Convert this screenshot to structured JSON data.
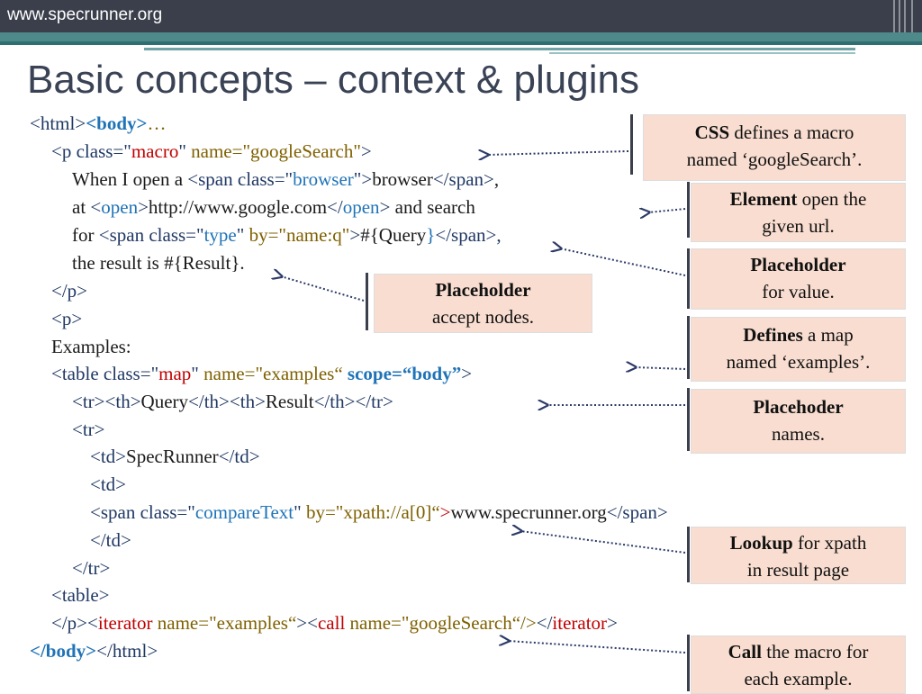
{
  "header": {
    "site": "www.specrunner.org"
  },
  "title": "Basic concepts – context & plugins",
  "code": {
    "l1": {
      "a": "<html>",
      "b": "<body>",
      "c": "…"
    },
    "l2": {
      "a": "<p class=\"",
      "b": "macro",
      "c": "\" ",
      "d": "name=\"googleSearch\"",
      "e": ">"
    },
    "l3": {
      "a": "When I open a ",
      "b": "<span class=\"",
      "c": "browser",
      "d": "\">",
      "e": "browser",
      "f": "</span>",
      ",": ","
    },
    "l4": {
      "a": "at ",
      "b": "<",
      "c": "open",
      ">": ">",
      "d": "http://www.google.com",
      "e": "</",
      "f": "open",
      "g": ">",
      "h": " and search"
    },
    "l5": {
      "a": "for ",
      "b": "<span class=\"",
      "c": "type",
      "d": "\" ",
      "e": "by=\"name:q\"",
      "f": ">",
      "g": "#{Query",
      "h": "}",
      "i": "</span>",
      "j": ","
    },
    "l6": "the result is #{Result}.",
    "l7": "</p>",
    "l8": "<p>",
    "l9": "Examples:",
    "l10": {
      "a": "<table class=\"",
      "b": "map",
      "c": "\" ",
      "d": "name=\"examples“ ",
      "e": "scope=“body”",
      ">": ">"
    },
    "l11": {
      "a": "<tr><th>",
      "b": "Query",
      "c": "</th><th>",
      "d": "Result",
      "e": "</th></tr>"
    },
    "l12": "<tr>",
    "l13": {
      "a": "<td>",
      "b": "SpecRunner",
      "c": "</td>"
    },
    "l14": "<td>",
    "l15": {
      "a": "<span class=\"",
      "b": "compareText",
      "c": "\" ",
      "d": "by=\"xpath://a[0]“",
      "e": ">",
      "f": "www.specrunner.org",
      "g": "</span>"
    },
    "l16": "</td>",
    "l17": "</tr>",
    "l18": "<table>",
    "l19": {
      "a": "</p><",
      "b": "iterator",
      "c": " ",
      "d": "name=\"examples“",
      "e": "><",
      "f": "call",
      "g": " ",
      "h": "name=\"googleSearch“/>",
      "i": "</",
      "j": "iterator",
      "k": ">"
    },
    "l20": {
      "a": "</body>",
      "b": "</html>"
    }
  },
  "callouts": [
    {
      "bold": "CSS",
      "rest1": " defines a macro",
      "line2": "named ‘googleSearch’."
    },
    {
      "bold": "Element",
      "rest1": " open the",
      "line2": "given url."
    },
    {
      "bold": "Placeholder",
      "rest1": "",
      "line2": "for value."
    },
    {
      "bold": "Placeholder",
      "rest1": "",
      "line2": "accept nodes."
    },
    {
      "bold": "Defines",
      "rest1": " a map",
      "line2": "named ‘examples’."
    },
    {
      "bold": "Placehoder",
      "rest1": "",
      "line2": "names."
    },
    {
      "bold": "Lookup",
      "rest1": " for xpath",
      "line2": "in result page"
    },
    {
      "bold": "Call",
      "rest1": " the macro for",
      "line2": "each example."
    }
  ],
  "colors": {
    "tag": "#1f3864",
    "value": "#1f73b7",
    "attr": "#7f6000",
    "red": "#c00000",
    "callout_bg": "#f8ddd0",
    "header_bg": "#3a3f4b",
    "band": "#4f8a8b"
  }
}
